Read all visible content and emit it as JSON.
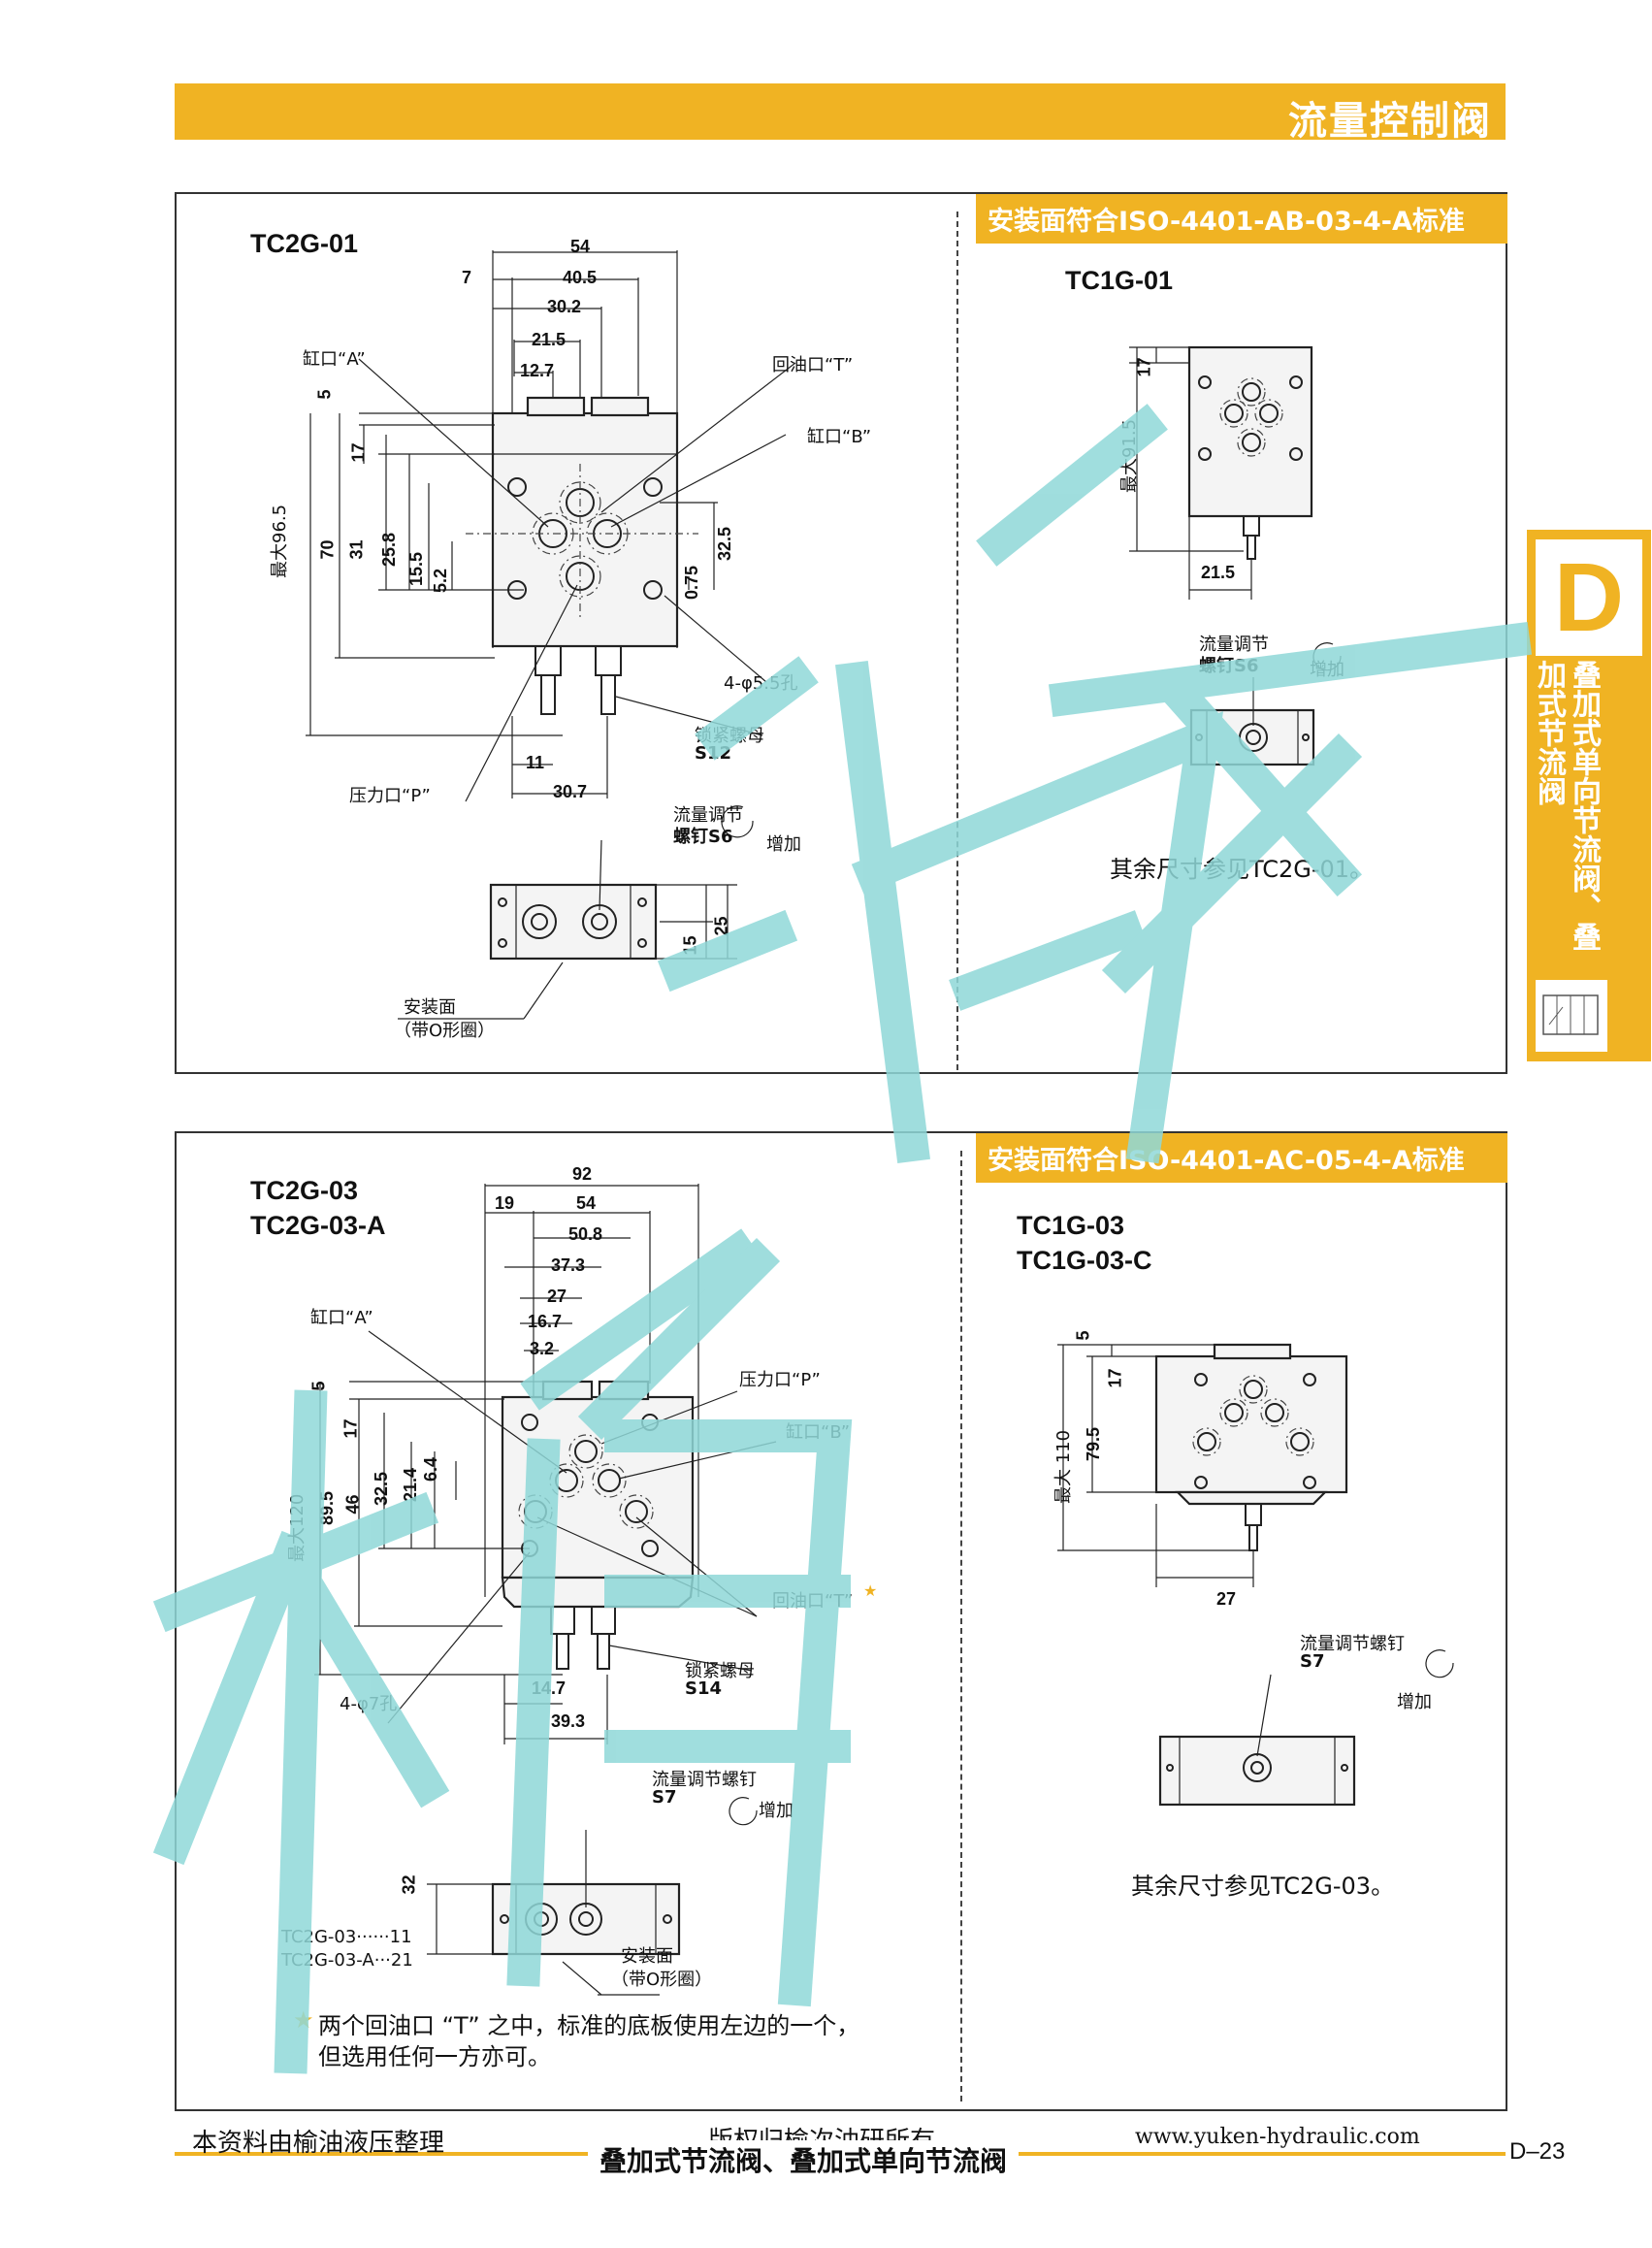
{
  "header": {
    "title": "流量控制阀"
  },
  "side_tab": {
    "letter": "D",
    "text": "叠加式单向节流阀、叠加式节流阀"
  },
  "panel1": {
    "std_banner": "安装面符合ISO-4401-AB-03-4-A标准",
    "left_model": "TC2G-01",
    "right_model": "TC1G-01",
    "right_note": "其余尺寸参见TC2G-01。",
    "labels": {
      "port_a": "缸口“A”",
      "port_t": "回油口“T”",
      "port_b": "缸口“B”",
      "port_p": "压力口“P”",
      "holes": "4-φ5.5孔",
      "lock_nut": "锁紧螺母",
      "lock_nut_size": "S12",
      "adj_screw": "流量调节",
      "adj_screw2": "螺钉S6",
      "increase": "增加",
      "mount_face": "安装面",
      "mount_face2": "（带O形圈）",
      "max_height": "最大96.5",
      "r_adj_screw": "流量调节",
      "r_adj_screw2": "螺钉S6",
      "r_increase": "增加",
      "r_max_height": "最大91.5"
    },
    "dims": {
      "d54": "54",
      "d7": "7",
      "d40_5": "40.5",
      "d30_2": "30.2",
      "d21_5": "21.5",
      "d12_7": "12.7",
      "d5": "5",
      "d17": "17",
      "d70": "70",
      "d31": "31",
      "d25_8": "25.8",
      "d15_5": "15.5",
      "d5_2": "5.2",
      "d32_5": "32.5",
      "d0_75": "0.75",
      "d11": "11",
      "d30_7": "30.7",
      "d15": "15",
      "d25": "25",
      "r17": "17",
      "r21_5": "21.5"
    }
  },
  "panel2": {
    "std_banner": "安装面符合ISO-4401-AC-05-4-A标准",
    "left_model_1": "TC2G-03",
    "left_model_2": "TC2G-03-A",
    "right_model_1": "TC1G-03",
    "right_model_2": "TC1G-03-C",
    "right_note": "其余尺寸参见TC2G-03。",
    "star_note_1": "两个回油口 “T” 之中，标准的底板使用左边的一个，",
    "star_note_2": "但选用任何一方亦可。",
    "labels": {
      "port_a": "缸口“A”",
      "port_p": "压力口“P”",
      "port_b": "缸口“B”",
      "port_t": "回油口“T”",
      "holes": "4-φ7孔",
      "lock_nut": "锁紧螺母",
      "lock_nut_size": "S14",
      "adj_screw": "流量调节螺钉",
      "adj_screw_size": "S7",
      "increase": "增加",
      "mount_face": "安装面",
      "mount_face2": "（带O形圈）",
      "max_height": "最大120",
      "code1": "TC2G-03······11",
      "code2": "TC2G-03-A···21",
      "r_adj_screw": "流量调节螺钉",
      "r_adj_screw_size": "S7",
      "r_increase": "增加",
      "r_max_height": "最大 110"
    },
    "dims": {
      "d92": "92",
      "d19": "19",
      "d54": "54",
      "d50_8": "50.8",
      "d37_3": "37.3",
      "d27": "27",
      "d16_7": "16.7",
      "d3_2": "3.2",
      "d5": "5",
      "d17": "17",
      "d89_5": "89.5",
      "d46": "46",
      "d32_5": "32.5",
      "d21_4": "21.4",
      "d6_4": "6.4",
      "d14_7": "14.7",
      "d39_3": "39.3",
      "d32": "32",
      "r5": "5",
      "r17": "17",
      "r79_5": "79.5",
      "r27": "27"
    }
  },
  "footer": {
    "left": "本资料由榆油液压整理",
    "copyright": "版权归榆次油研所有",
    "center": "叠加式节流阀、叠加式单向节流阀",
    "url": "www.yuken-hydraulic.com",
    "page": "D–23"
  },
  "watermark": {
    "text": "榆油液压",
    "color": "#8fd8d8"
  }
}
